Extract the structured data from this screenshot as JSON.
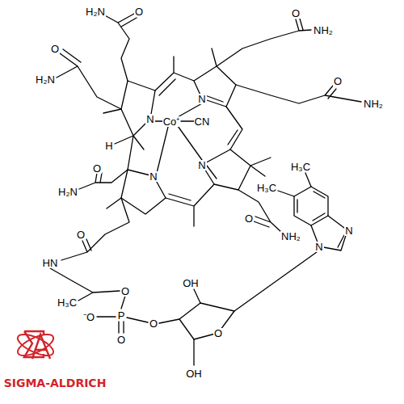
{
  "diagram": {
    "labels": [
      "H₂N",
      "O",
      "O",
      "NH₂",
      "O",
      "H₂N",
      "O",
      "NH₂",
      "N",
      "Co⁺",
      "CN",
      "N",
      "H",
      "N",
      "N",
      "O",
      "H₂N",
      "O",
      "NH₂",
      "HN",
      "O",
      "H₃C",
      "O",
      "⁻O",
      "P",
      "O",
      "O",
      "OH",
      "O",
      "OH",
      "H₃C",
      "H₃C",
      "N",
      "N",
      "SIGMA-ALDRICH"
    ]
  }
}
